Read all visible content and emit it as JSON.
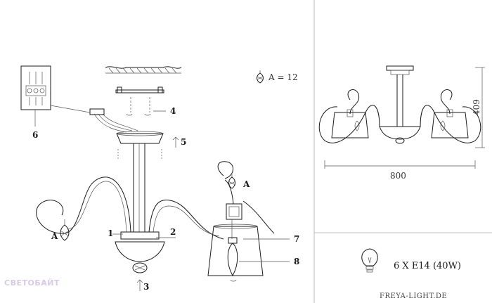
{
  "labels": {
    "crystal_count": "A = 12",
    "crystal_tag": "A",
    "callouts": [
      "1",
      "2",
      "3",
      "4",
      "5",
      "6",
      "7",
      "8"
    ],
    "dim_height": "409",
    "dim_width": "800",
    "lamp_spec": "6 X E14 (40W)",
    "brand_site": "FREYA-LIGHT.DE"
  },
  "watermark": {
    "text": "СВЕТОБАЙТ"
  },
  "icons": {
    "crystal": "crystal-drop-icon",
    "bulb": "light-bulb-icon"
  }
}
